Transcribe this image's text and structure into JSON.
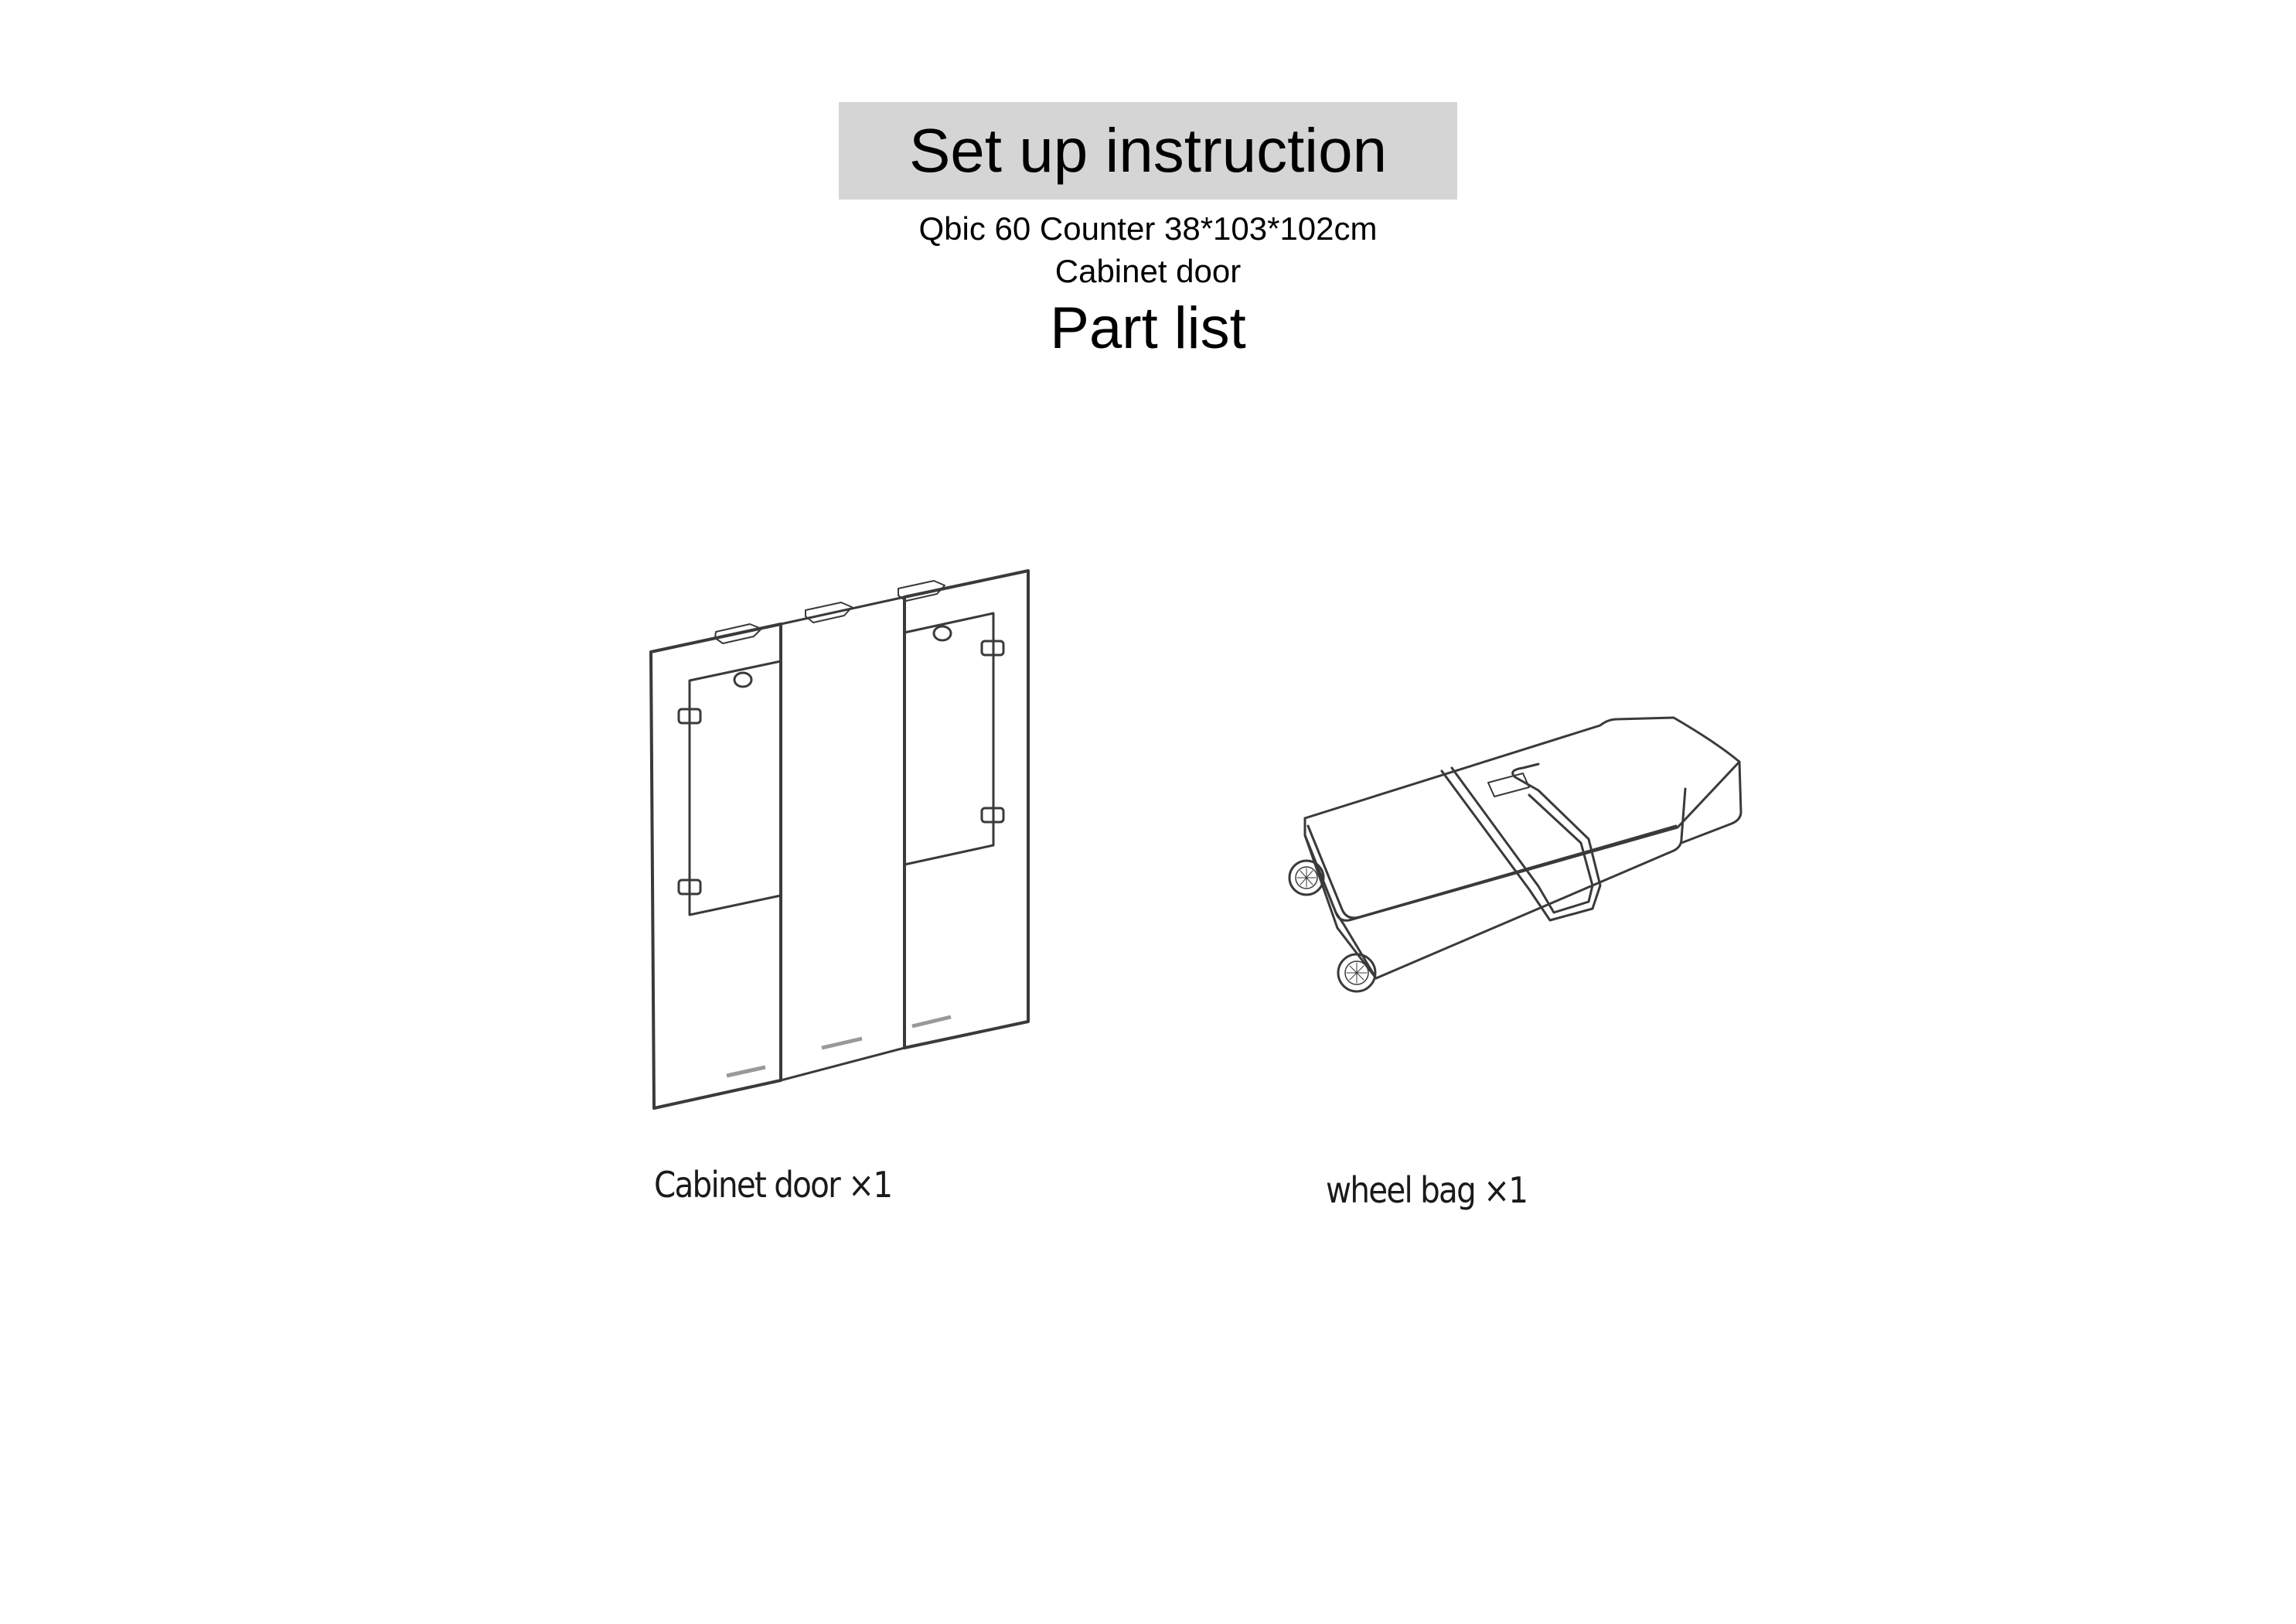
{
  "header": {
    "title": "Set up instruction",
    "product": "Qbic 60 Counter 38*103*102cm",
    "component": "Cabinet door",
    "section": "Part list"
  },
  "parts": [
    {
      "name": "Cabinet door",
      "quantity_label": "×1",
      "caption": "Cabinet door ×1",
      "icon": "cabinet-door-illustration"
    },
    {
      "name": "wheel bag",
      "quantity_label": "×1",
      "caption": "wheel bag ×1",
      "icon": "wheel-bag-illustration"
    }
  ],
  "colors": {
    "title_box": "#d5d5d5",
    "line_art": "#3a3a3a"
  }
}
